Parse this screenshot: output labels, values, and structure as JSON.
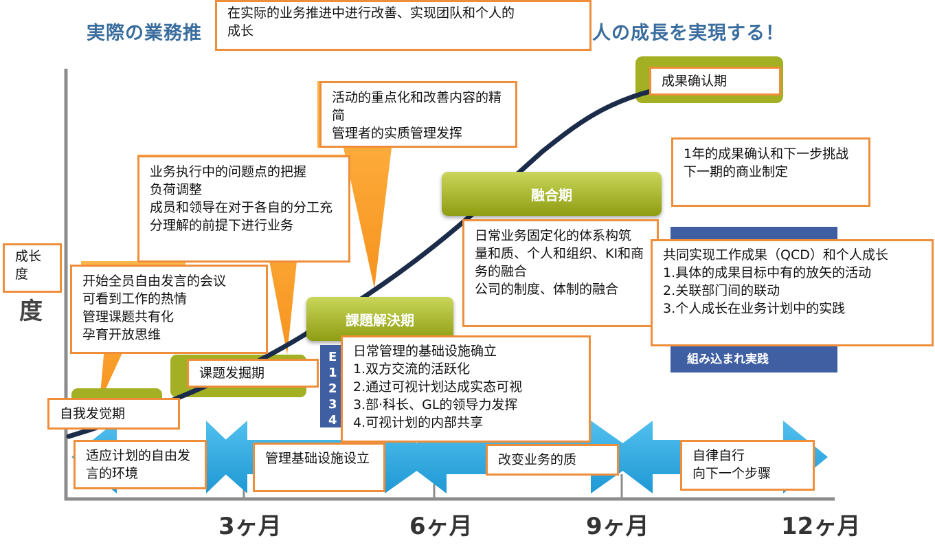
{
  "title_overlay": {
    "line1": "在实际的业务推进中进行改善、实现团队和个人的",
    "line2": "成长"
  },
  "background_heading": {
    "left": "実際の業務推",
    "right": "人の成長を実現する！"
  },
  "y_axis": {
    "char": "度",
    "label_box": {
      "line1": "成长",
      "line2": "度"
    }
  },
  "x_axis": {
    "ticks": [
      "3ヶ月",
      "6ヶ月",
      "9ヶ月",
      "12ヶ月"
    ]
  },
  "phases": [
    {
      "name": "課題解決期"
    },
    {
      "name": "融合期"
    }
  ],
  "notes": {
    "self_awareness": "自我发觉期",
    "issue_discovery": "课题发掘期",
    "result_confirm": "成果确认期",
    "free_meeting": [
      "开始全员自由发言的会议",
      "可看到工作的热情",
      "管理课题共有化",
      "孕育开放思维"
    ],
    "problems": [
      "业务执行中的问题点的把握",
      "负荷调整",
      "成员和领导在对于各自的分工充分理解的前提下进行业务"
    ],
    "focus": [
      "活动的重点化和改善内容的精简",
      "管理者的实质管理发挥"
    ],
    "daily_infra": [
      "日常管理的基础设施确立",
      "1.双方交流的活跃化",
      "2.通过可视计划达成实态可视",
      "3.部·科长、GL的领导力发挥",
      "4.可视计划的内部共享"
    ],
    "fusion": [
      "日常业务固定化的体系构筑",
      "量和质、个人和组织、KI和商务的融合",
      "公司的制度、体制的融合"
    ],
    "year_result": [
      "1年的成果确认和下一步挑战",
      "下一期的商业制定"
    ],
    "qcd": [
      "共同实现工作成果（QCD）和个人成长",
      "1.具体的成果目标中有的放矢的活动",
      "2.关联部门间的联动",
      "3.个人成长在业务计划中的实践"
    ]
  },
  "arrow_labels": {
    "a1": "适应计划的自由发言的环境",
    "a2": "管理基础设施设立",
    "a3": "改变业务的质",
    "a4": [
      "自律自行",
      "向下一个步骤"
    ]
  },
  "background_fragments": {
    "blue_left": [
      "E",
      "1",
      "2",
      "3",
      "4"
    ],
    "blue_right": "組み込まれ実践"
  },
  "colors": {
    "accent_orange": "#ef8e3a",
    "arrow_blue": "#29a7de",
    "phase_olive": "#a3b023",
    "curve_navy": "#1b2c4a"
  }
}
